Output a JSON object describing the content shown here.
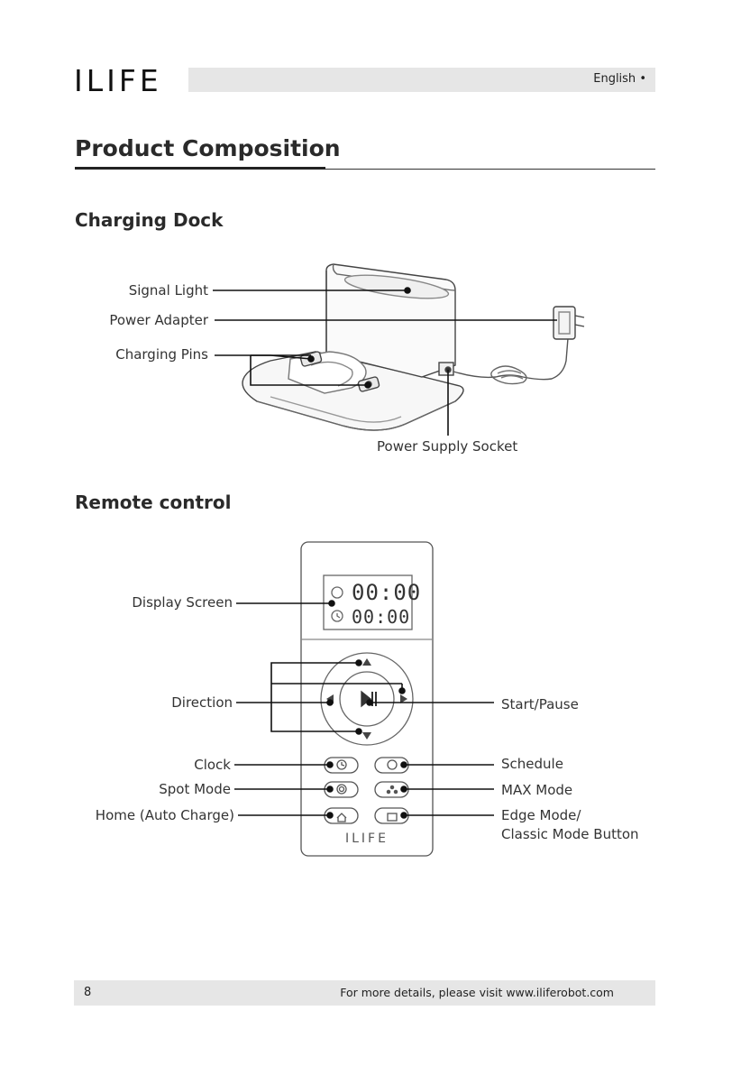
{
  "header": {
    "logo": "ILIFE",
    "language": "English",
    "language_bullet": "•"
  },
  "title": "Product Composition",
  "dock": {
    "heading": "Charging Dock",
    "labels": {
      "signal_light": "Signal Light",
      "power_adapter": "Power Adapter",
      "charging_pins": "Charging Pins",
      "power_supply_socket": "Power Supply Socket"
    }
  },
  "remote": {
    "heading": "Remote control",
    "brand": "ILIFE",
    "display_time_1": "00:00",
    "display_time_2": "00:00",
    "labels": {
      "display_screen": "Display Screen",
      "direction": "Direction",
      "start_pause": "Start/Pause",
      "clock": "Clock",
      "schedule": "Schedule",
      "spot_mode": "Spot Mode",
      "max_mode": "MAX Mode",
      "home": "Home (Auto Charge)",
      "edge_mode_1": "Edge Mode/",
      "edge_mode_2": "Classic Mode Button"
    }
  },
  "footer": {
    "page": "8",
    "text": "For more details, please visit www.iliferobot.com"
  }
}
